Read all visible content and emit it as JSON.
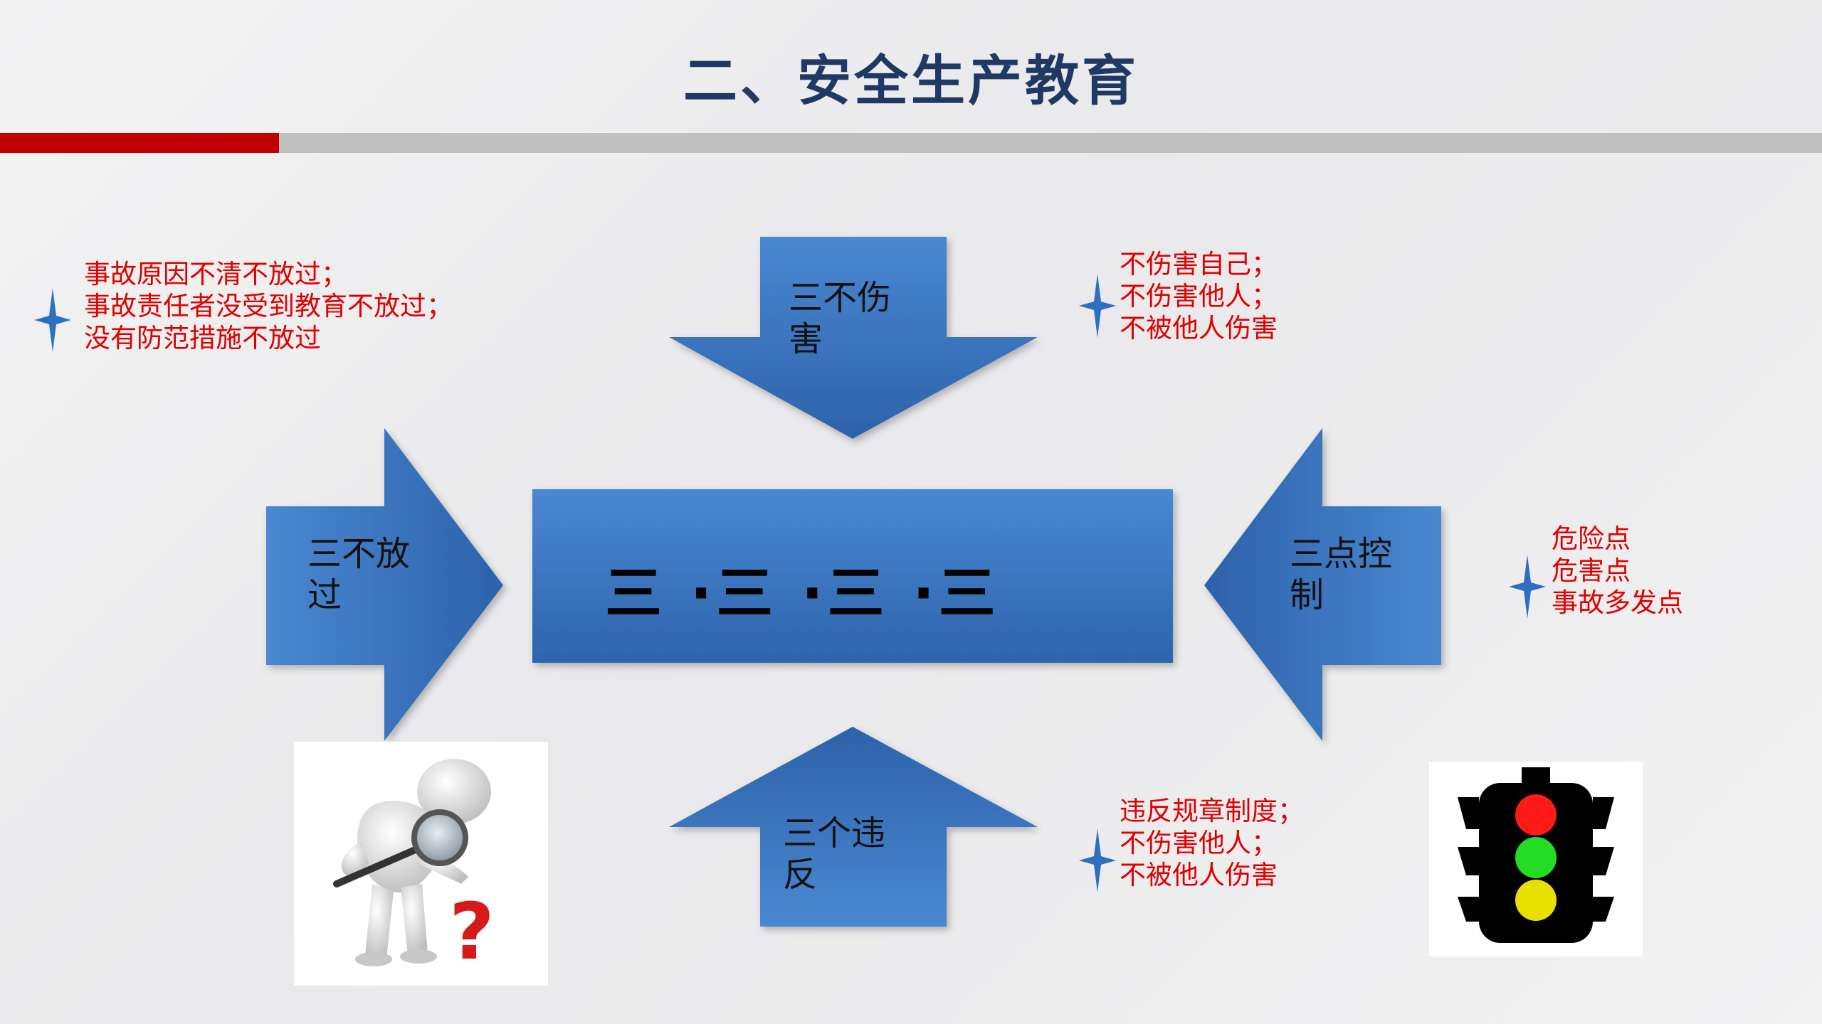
{
  "title": "二、安全生产教育",
  "center": {
    "text": "三 ·三 ·三 ·三"
  },
  "arrows": {
    "top": {
      "line1": "三不伤",
      "line2": "害"
    },
    "left": {
      "line1": "三不放",
      "line2": "过"
    },
    "right": {
      "line1": "三点控",
      "line2": "制"
    },
    "bottom": {
      "line1": "三个违",
      "line2": "反"
    }
  },
  "notes": {
    "top_left": [
      " 事故原因不清不放过；",
      "事故责任者没受到教育不放过；",
      "没有防范措施不放过"
    ],
    "top_right": [
      "不伤害自己；",
      "不伤害他人；",
      "不被他人伤害"
    ],
    "middle_right": [
      "危险点",
      "危害点",
      "事故多发点"
    ],
    "bottom_right": [
      " 违反规章制度；",
      "不伤害他人；",
      "不被他人伤害"
    ]
  },
  "colors": {
    "title": "#1f3864",
    "arrow_fill": "#3c78c4",
    "note_text": "#e00000",
    "accent_red": "#c00000",
    "star": "#2f6fc0"
  },
  "images": {
    "magnifier": "person-magnifier-question-icon",
    "traffic_light": "traffic-light-icon"
  }
}
